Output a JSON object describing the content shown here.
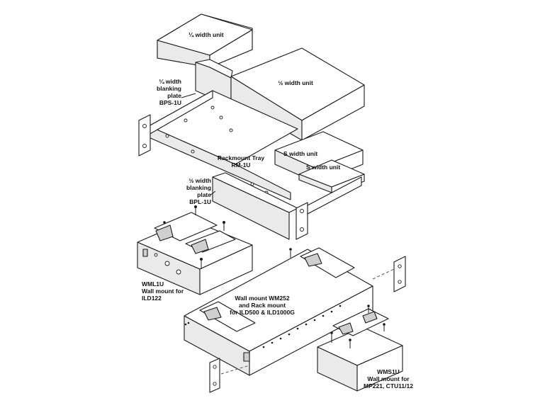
{
  "labels": {
    "quarter_unit": "¼ width unit",
    "half_unit": "½ width unit",
    "bps_1": "¼ width",
    "bps_2": "blanking",
    "bps_3": "plate",
    "bps_4": "BPS-1U",
    "tray_1": "Rackmount Tray",
    "tray_2": "RM-1U",
    "s_unit_top": "S width unit",
    "s_unit_bottom": "S width unit",
    "bpl_1": "½ width",
    "bpl_2": "blanking",
    "bpl_3": "plate",
    "bpl_4": "BPL-1U",
    "wml_1": "WML1U",
    "wml_2": "Wall mount for",
    "wml_3": "ILD122",
    "wm252_1": "Wall mount WM252",
    "wm252_2": "and Rack mount",
    "wm252_3": "for ILD500 & ILD1000G",
    "wms_1": "WMS1U",
    "wms_2": "Wall mount for",
    "wms_3": "MP221, CTU11/12"
  }
}
